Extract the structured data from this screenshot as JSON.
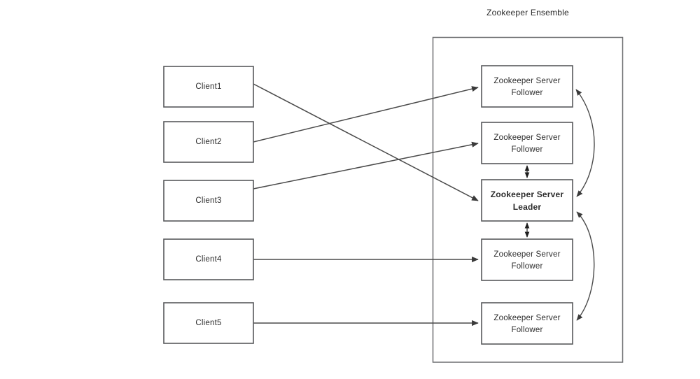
{
  "diagram": {
    "title": "Zookeeper Ensemble",
    "background_color": "#ffffff",
    "box_border_color": "#58595b",
    "container_border_color": "#6d6e70",
    "connector_color": "#4a4a4a",
    "text_color": "#2b2b2b"
  },
  "clients": [
    {
      "label": "Client1"
    },
    {
      "label": "Client2"
    },
    {
      "label": "Client3"
    },
    {
      "label": "Client4"
    },
    {
      "label": "Client5"
    }
  ],
  "servers": [
    {
      "line1": "Zookeeper Server",
      "line2": "Follower",
      "role": "follower"
    },
    {
      "line1": "Zookeeper Server",
      "line2": "Follower",
      "role": "follower"
    },
    {
      "line1": "Zookeeper Server",
      "line2": "Leader",
      "role": "leader"
    },
    {
      "line1": "Zookeeper Server",
      "line2": "Follower",
      "role": "follower"
    },
    {
      "line1": "Zookeeper Server",
      "line2": "Follower",
      "role": "follower"
    }
  ],
  "connections": {
    "client_to_server": [
      {
        "from": "Client1",
        "to": "Zookeeper Server Leader",
        "style": "diagonal-down"
      },
      {
        "from": "Client2",
        "to": "Zookeeper Server Follower 1",
        "style": "diagonal-up"
      },
      {
        "from": "Client3",
        "to": "Zookeeper Server Follower 2",
        "style": "diagonal-up"
      },
      {
        "from": "Client4",
        "to": "Zookeeper Server Follower 3",
        "style": "straight"
      },
      {
        "from": "Client5",
        "to": "Zookeeper Server Follower 4",
        "style": "straight"
      }
    ],
    "server_to_server": [
      {
        "from": "Zookeeper Server Follower 2",
        "to": "Zookeeper Server Leader",
        "style": "vertical-bidirectional"
      },
      {
        "from": "Zookeeper Server Leader",
        "to": "Zookeeper Server Follower 3",
        "style": "vertical-bidirectional"
      },
      {
        "from": "Zookeeper Server Follower 1",
        "to": "Zookeeper Server Leader",
        "style": "curve-bidirectional"
      },
      {
        "from": "Zookeeper Server Leader",
        "to": "Zookeeper Server Follower 4",
        "style": "curve-bidirectional"
      }
    ]
  }
}
